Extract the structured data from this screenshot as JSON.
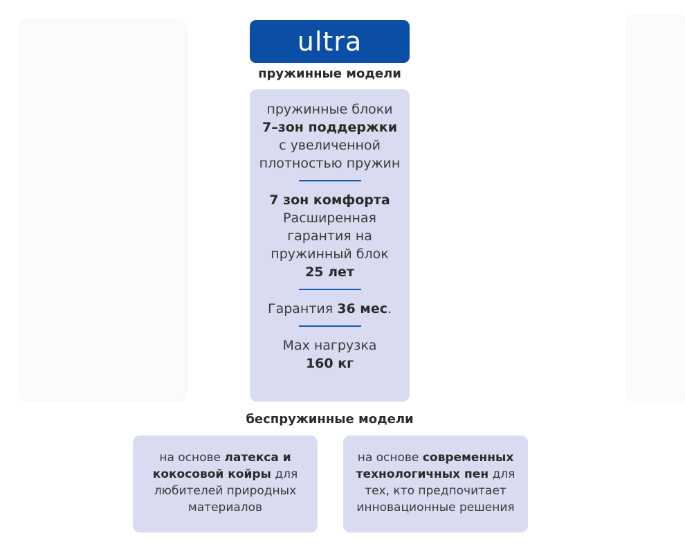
{
  "brand": {
    "name": "ultra"
  },
  "spring_section": {
    "title": "пружинные модели",
    "features": {
      "blocks_line1": "пружинные блоки",
      "blocks_line2": "7–зон поддержки",
      "blocks_line3": "с увеличенной",
      "blocks_line4": "плотностью пружин",
      "comfort_line1": "7 зон комфорта",
      "comfort_line2": "Расширенная",
      "comfort_line3": "гарантия на",
      "comfort_line4": "пружинный блок",
      "comfort_line5": "25 лет",
      "warranty_label": "Гарантия",
      "warranty_value": "36 мес",
      "warranty_suffix": ".",
      "load_label": "Max нагрузка",
      "load_value": "160 кг"
    }
  },
  "springless_section": {
    "title": "беспружинные модели",
    "latex_card": {
      "l1_a": "на основе ",
      "l1_b": "латекса и",
      "l2_a": "кокосовой койры",
      "l2_b": " для",
      "l3": "любителей природных",
      "l4": "материалов"
    },
    "foam_card": {
      "l1_a": "на основе ",
      "l1_b": "современных",
      "l2_a": "технологичных пен",
      "l2_b": " для",
      "l3": "тех, кто предпочитает",
      "l4": "инновационные решения"
    }
  },
  "colors": {
    "brand_blue": "#0a4ea6",
    "card_background": "#d9dcf1",
    "divider_blue": "#1d58b0"
  }
}
